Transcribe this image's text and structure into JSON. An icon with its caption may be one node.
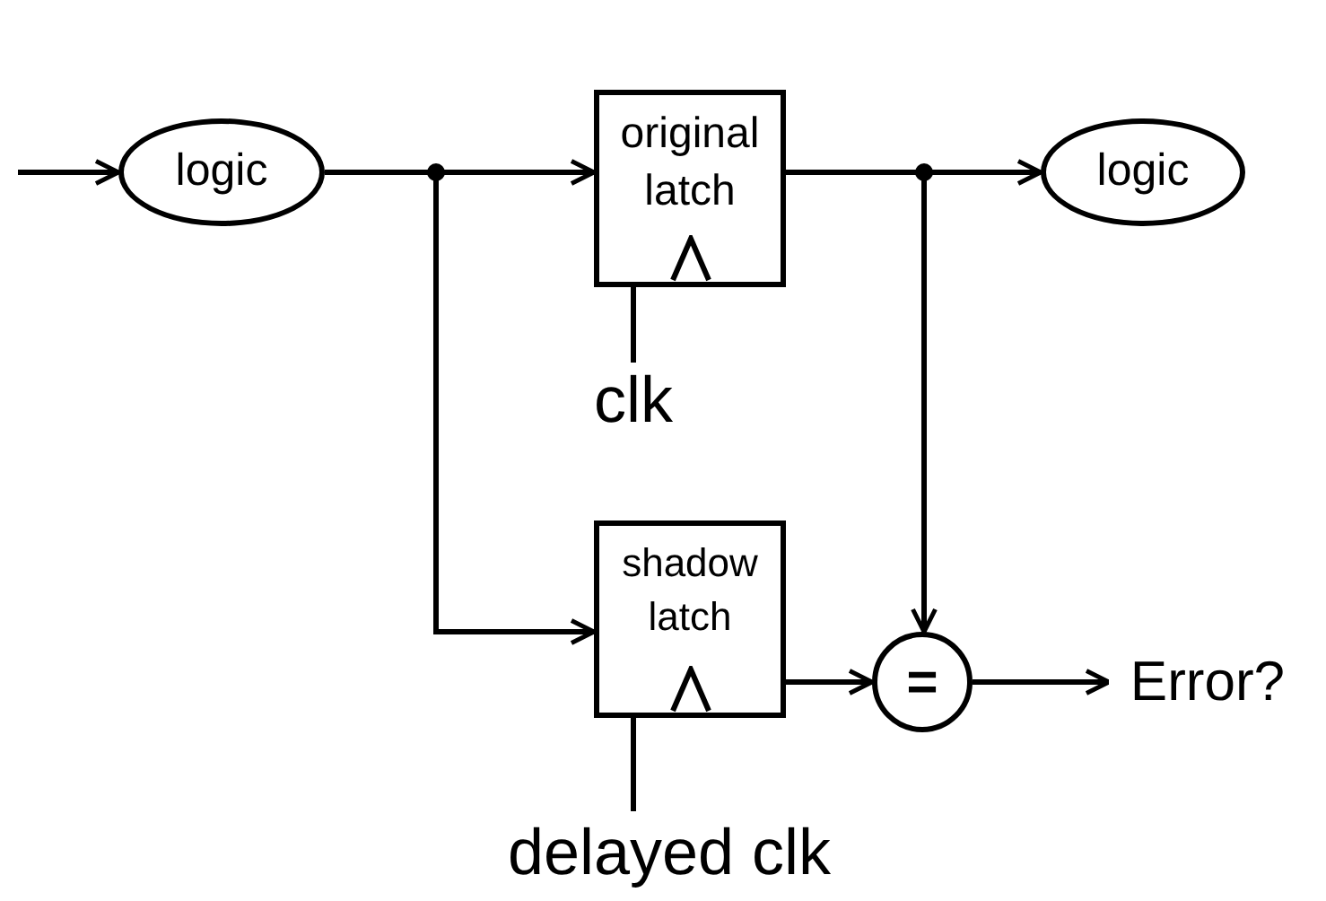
{
  "diagram": {
    "nodes": [
      {
        "text": [
          "logic"
        ]
      },
      {
        "text": [
          "original latch"
        ]
      },
      {
        "text": [
          "logic"
        ]
      },
      {
        "text": [
          "shadow latch"
        ]
      },
      {
        "text": [
          "="
        ]
      },
      {
        "text": [
          "clk"
        ]
      },
      {
        "text": [
          "delayed clk"
        ]
      },
      {
        "text": [
          "Error?"
        ]
      }
    ],
    "edges": [
      {
        "from": null,
        "to": 0,
        "arrow": "to"
      },
      {
        "from": 0,
        "to": 1,
        "arrow": "to"
      },
      {
        "from": 0,
        "to": 3,
        "arrow": "to"
      },
      {
        "from": 1,
        "to": 2,
        "arrow": "to"
      },
      {
        "from": 1,
        "to": 4,
        "arrow": "to"
      },
      {
        "from": 5,
        "to": 1,
        "arrow": "none"
      },
      {
        "from": 3,
        "to": 4,
        "arrow": "to"
      },
      {
        "from": 4,
        "to": 7,
        "arrow": "to"
      },
      {
        "from": 6,
        "to": 3,
        "arrow": "none"
      }
    ]
  }
}
